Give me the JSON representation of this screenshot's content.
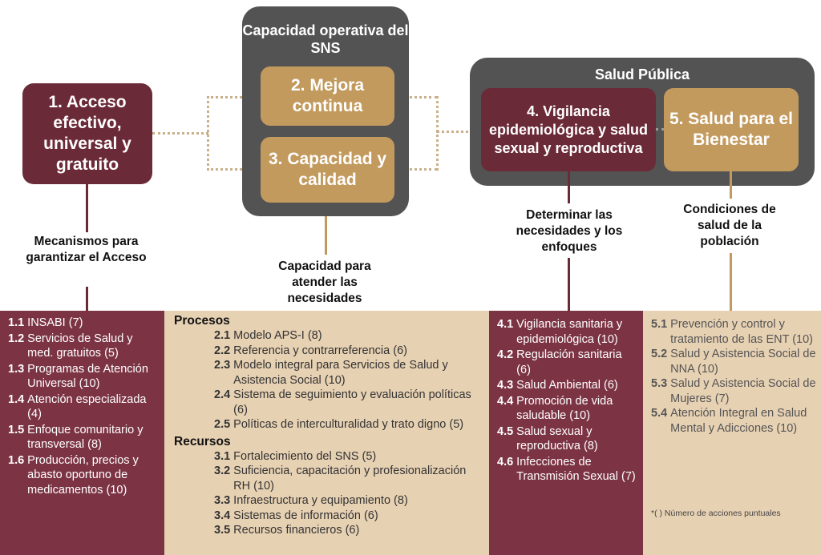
{
  "boxes": {
    "acceso": "1. Acceso efectivo, universal y gratuito",
    "capacidad_title": "Capacidad operativa del SNS",
    "mejora": "2. Mejora continua",
    "capacidad_calidad": "3. Capacidad y calidad",
    "salud_publica_title": "Salud Pública",
    "vigilancia": "4. Vigilancia epidemiológica y salud sexual y reproductiva",
    "bienestar": "5. Salud para el Bienestar"
  },
  "captions": {
    "mecanismos": "Mecanismos para garantizar el Acceso",
    "capacidad_atender": "Capacidad para atender las necesidades",
    "determinar": "Determinar las necesidades y los enfoques",
    "condiciones": "Condiciones de salud de la población"
  },
  "panel1": [
    {
      "num": "1.1",
      "text": "INSABI (7)"
    },
    {
      "num": "1.2",
      "text": "Servicios de Salud y med. gratuitos (5)"
    },
    {
      "num": "1.3",
      "text": "Programas de Atención Universal (10)"
    },
    {
      "num": "1.4",
      "text": "Atención especializada (4)"
    },
    {
      "num": "1.5",
      "text": "Enfoque comunitario y transversal (8)"
    },
    {
      "num": "1.6",
      "text": "Producción, precios y abasto oportuno de medicamentos (10)"
    }
  ],
  "panel2": {
    "procesos_title": "Procesos",
    "procesos": [
      {
        "num": "2.1",
        "text": "Modelo APS-I (8)"
      },
      {
        "num": "2.2",
        "text": "Referencia y contrarreferencia (6)"
      },
      {
        "num": "2.3",
        "text": "Modelo integral para Servicios de Salud y Asistencia Social (10)"
      },
      {
        "num": "2.4",
        "text": "Sistema de seguimiento y  evaluación políticas (6)"
      },
      {
        "num": "2.5",
        "text": "Políticas de interculturalidad y trato digno (5)"
      }
    ],
    "recursos_title": "Recursos",
    "recursos": [
      {
        "num": "3.1",
        "text": "Fortalecimiento del SNS (5)"
      },
      {
        "num": "3.2",
        "text": "Suficiencia, capacitación y profesionalización RH (10)"
      },
      {
        "num": "3.3",
        "text": "Infraestructura y equipamiento (8)"
      },
      {
        "num": "3.4",
        "text": "Sistemas de información (6)"
      },
      {
        "num": "3.5",
        "text": "Recursos financieros (6)"
      }
    ]
  },
  "panel4": [
    {
      "num": "4.1",
      "text": "Vigilancia sanitaria y epidemiológica (10)"
    },
    {
      "num": "4.2",
      "text": "Regulación sanitaria (6)"
    },
    {
      "num": "4.3",
      "text": "Salud Ambiental (6)"
    },
    {
      "num": "4.4",
      "text": "Promoción de vida saludable (10)"
    },
    {
      "num": "4.5",
      "text": "Salud sexual y reproductiva (8)"
    },
    {
      "num": "4.6",
      "text": "Infecciones de Transmisión Sexual (7)"
    }
  ],
  "panel5": [
    {
      "num": "5.1",
      "text": "Prevención y control y tratamiento de las ENT (10)"
    },
    {
      "num": "5.2",
      "text": "Salud y Asistencia Social de NNA (10)"
    },
    {
      "num": "5.3",
      "text": "Salud y Asistencia Social de Mujeres (7)"
    },
    {
      "num": "5.4",
      "text": "Atención Integral en Salud Mental y Adicciones (10)"
    }
  ],
  "footnote": "*( ) Número de acciones puntuales",
  "colors": {
    "maroon": "#6b2a37",
    "gold": "#c39a5e",
    "gray": "#535353",
    "beige": "#e7d1b3",
    "panel_maroon": "#7c3444"
  }
}
